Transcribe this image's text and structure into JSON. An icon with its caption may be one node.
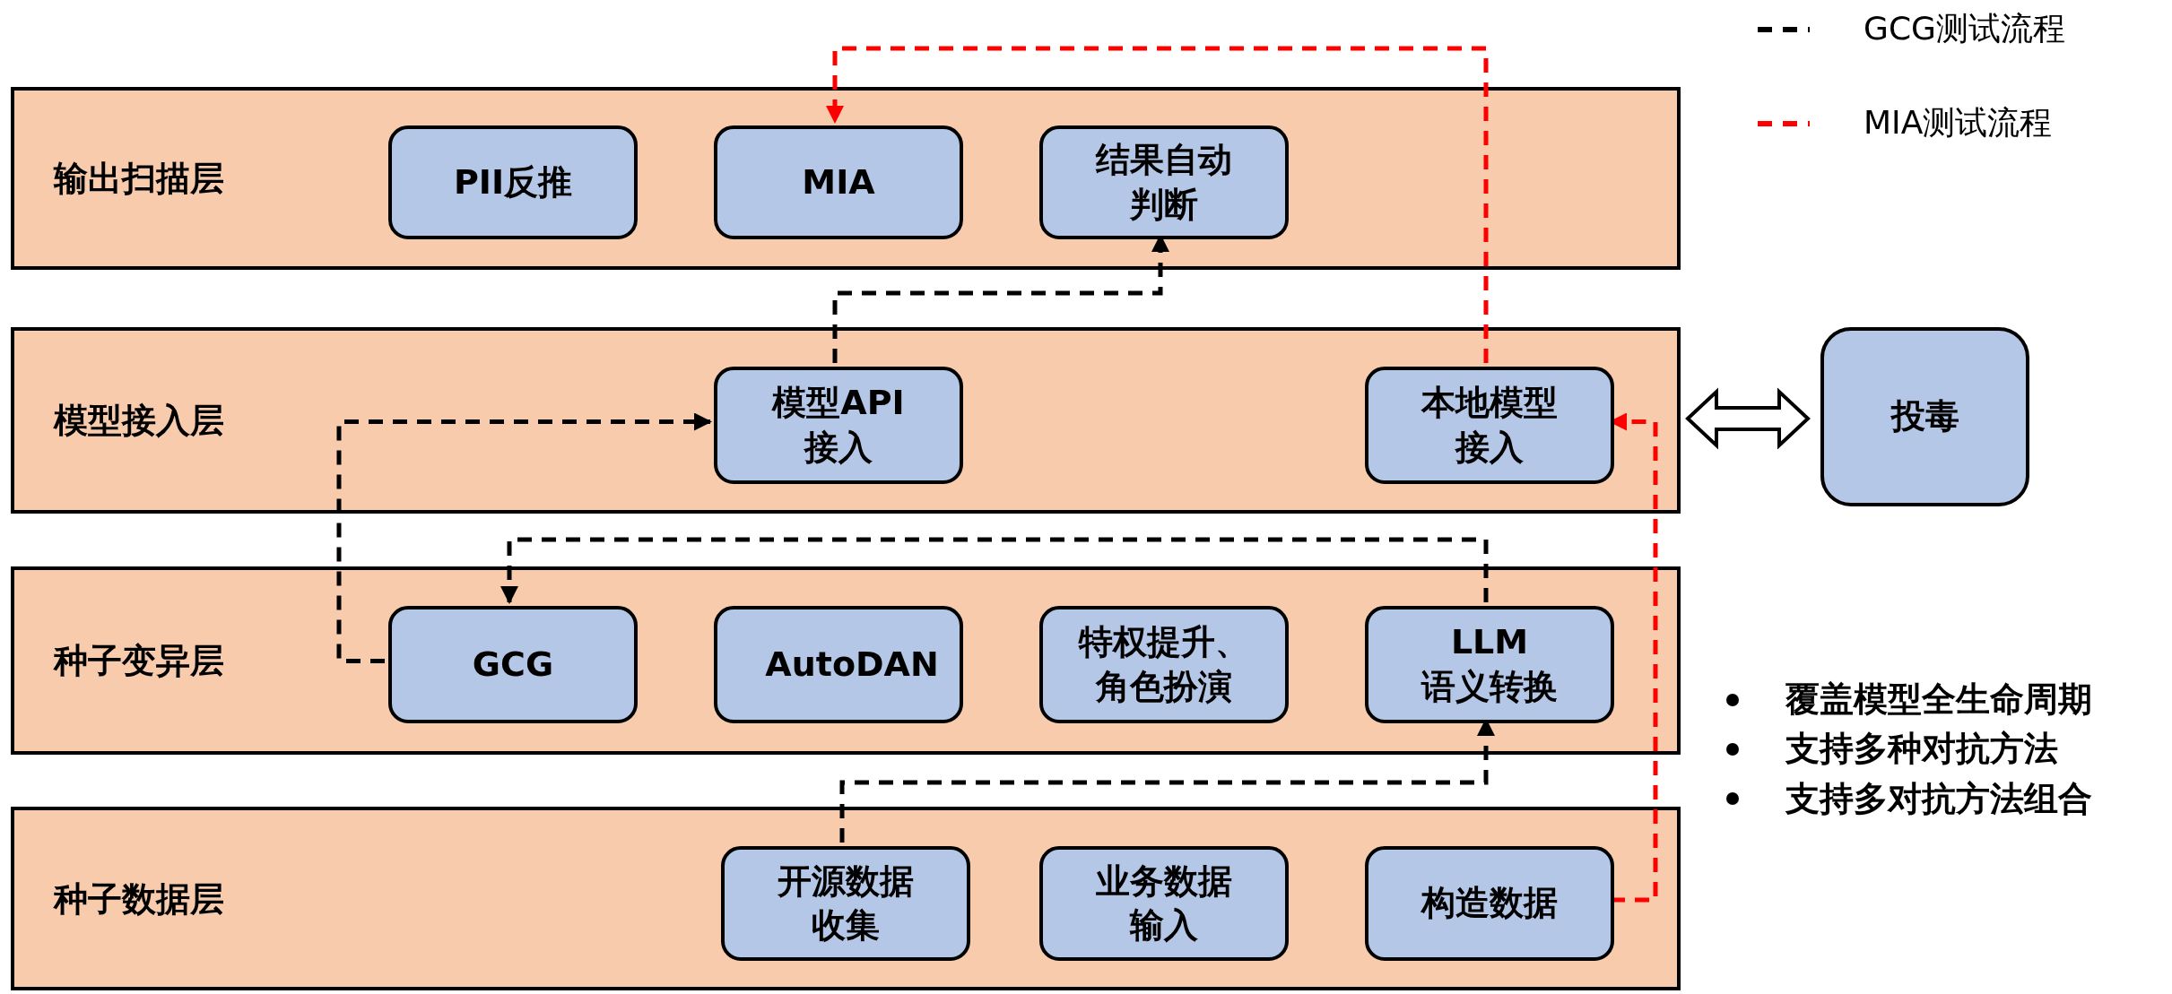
{
  "diagram": {
    "nodes": [
      {
        "text": [
          "输出扫描层"
        ]
      },
      {
        "text": [
          "PII反推"
        ],
        "in": 0
      },
      {
        "text": [
          "MIA"
        ],
        "in": 0
      },
      {
        "text": [
          "结果自动判断"
        ],
        "in": 0
      },
      {
        "text": [
          "模型接入层"
        ]
      },
      {
        "text": [
          "模型API接入"
        ],
        "in": 4
      },
      {
        "text": [
          "本地模型接入"
        ],
        "in": 4
      },
      {
        "text": [
          "种子变异层"
        ]
      },
      {
        "text": [
          "GCG"
        ],
        "in": 7
      },
      {
        "text": [
          "AutoDAN"
        ],
        "in": 7
      },
      {
        "text": [
          "特权提升、角色扮演"
        ],
        "in": 7
      },
      {
        "text": [
          "LLM 语义转换"
        ],
        "in": 7
      },
      {
        "text": [
          "种子数据层"
        ]
      },
      {
        "text": [
          "开源数据收集"
        ],
        "in": 12
      },
      {
        "text": [
          "业务数据输入"
        ],
        "in": 12
      },
      {
        "text": [
          "构造数据"
        ],
        "in": 12
      },
      {
        "text": [
          "投毒"
        ]
      }
    ],
    "edges": [
      {
        "from": 13,
        "to": 11,
        "arrow": "to",
        "style": "dashed"
      },
      {
        "from": 11,
        "to": 8,
        "arrow": "to",
        "style": "dashed"
      },
      {
        "from": 8,
        "to": 5,
        "arrow": "to",
        "style": "dashed"
      },
      {
        "from": 5,
        "to": 3,
        "arrow": "to",
        "style": "dashed"
      },
      {
        "from": 15,
        "to": 6,
        "arrow": "to",
        "style": "dashed",
        "color": "#ff0000"
      },
      {
        "from": 6,
        "to": 2,
        "arrow": "to",
        "style": "dashed",
        "color": "#ff0000"
      },
      {
        "from": 4,
        "to": 16,
        "arrow": "both",
        "style": "thick"
      }
    ],
    "labels": [
      "覆盖模型全生命周期",
      "支持多种对抗方法",
      "支持多对抗方法组合"
    ],
    "legend": [
      {
        "text": "GCG测试流程"
      },
      {
        "text": "MIA测试流程"
      }
    ]
  }
}
